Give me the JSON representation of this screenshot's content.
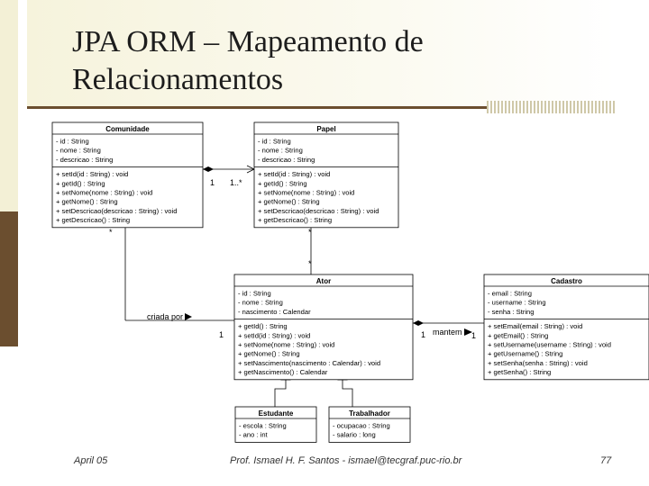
{
  "slide": {
    "title_line1": "JPA ORM – Mapeamento de",
    "title_line2": "Relacionamentos",
    "footer_left": "April 05",
    "footer_center": "Prof. Ismael H. F. Santos - ismael@tecgraf.puc-rio.br",
    "footer_right": "77"
  },
  "diagram": {
    "classes": [
      {
        "key": "comunidade",
        "name": "Comunidade",
        "attributes": [
          "- id : String",
          "- nome : String",
          "- descricao : String"
        ],
        "methods": [
          "+ setId(id : String) : void",
          "+ getId() : String",
          "+ setNome(nome : String) : void",
          "+ getNome() : String",
          "+ setDescricao(descricao : String) : void",
          "+ getDescricao() : String"
        ]
      },
      {
        "key": "papel",
        "name": "Papel",
        "attributes": [
          "- id : String",
          "- nome : String",
          "- descricao : String"
        ],
        "methods": [
          "+ setId(id : String) : void",
          "+ getId() : String",
          "+ setNome(nome : String) : void",
          "+ getNome() : String",
          "+ setDescricao(descricao : String) : void",
          "+ getDescricao() : String"
        ]
      },
      {
        "key": "ator",
        "name": "Ator",
        "attributes": [
          "- id : String",
          "- nome : String",
          "- nascimento : Calendar"
        ],
        "methods": [
          "+ getId() : String",
          "+ setId(id : String) : void",
          "+ setNome(nome : String) : void",
          "+ getNome() : String",
          "+ setNascimento(nascimento : Calendar) : void",
          "+ getNascimento() : Calendar"
        ]
      },
      {
        "key": "cadastro",
        "name": "Cadastro",
        "attributes": [
          "- email : String",
          "- username : String",
          "- senha : String"
        ],
        "methods": [
          "+ setEmail(email : String) : void",
          "+ getEmail() : String",
          "+ setUsername(username : String) : void",
          "+ getUsername() : String",
          "+ setSenha(senha : String) : void",
          "+ getSenha() : String"
        ]
      },
      {
        "key": "estudante",
        "name": "Estudante",
        "attributes": [
          "- escola : String",
          "- ano : int"
        ],
        "methods": []
      },
      {
        "key": "trabalhador",
        "name": "Trabalhador",
        "attributes": [
          "- ocupacao : String",
          "- salario : long"
        ],
        "methods": []
      }
    ],
    "labels": {
      "comunidade_papel_left": "1",
      "comunidade_papel_right": "1..*",
      "comunidade_star": "*",
      "papel_star_top": "*",
      "papel_star_bottom": "*",
      "criada_por": "criada por",
      "ator_one_left": "1",
      "ator_one_right": "1",
      "mantem": "mantem",
      "cadastro_one": "1"
    }
  }
}
